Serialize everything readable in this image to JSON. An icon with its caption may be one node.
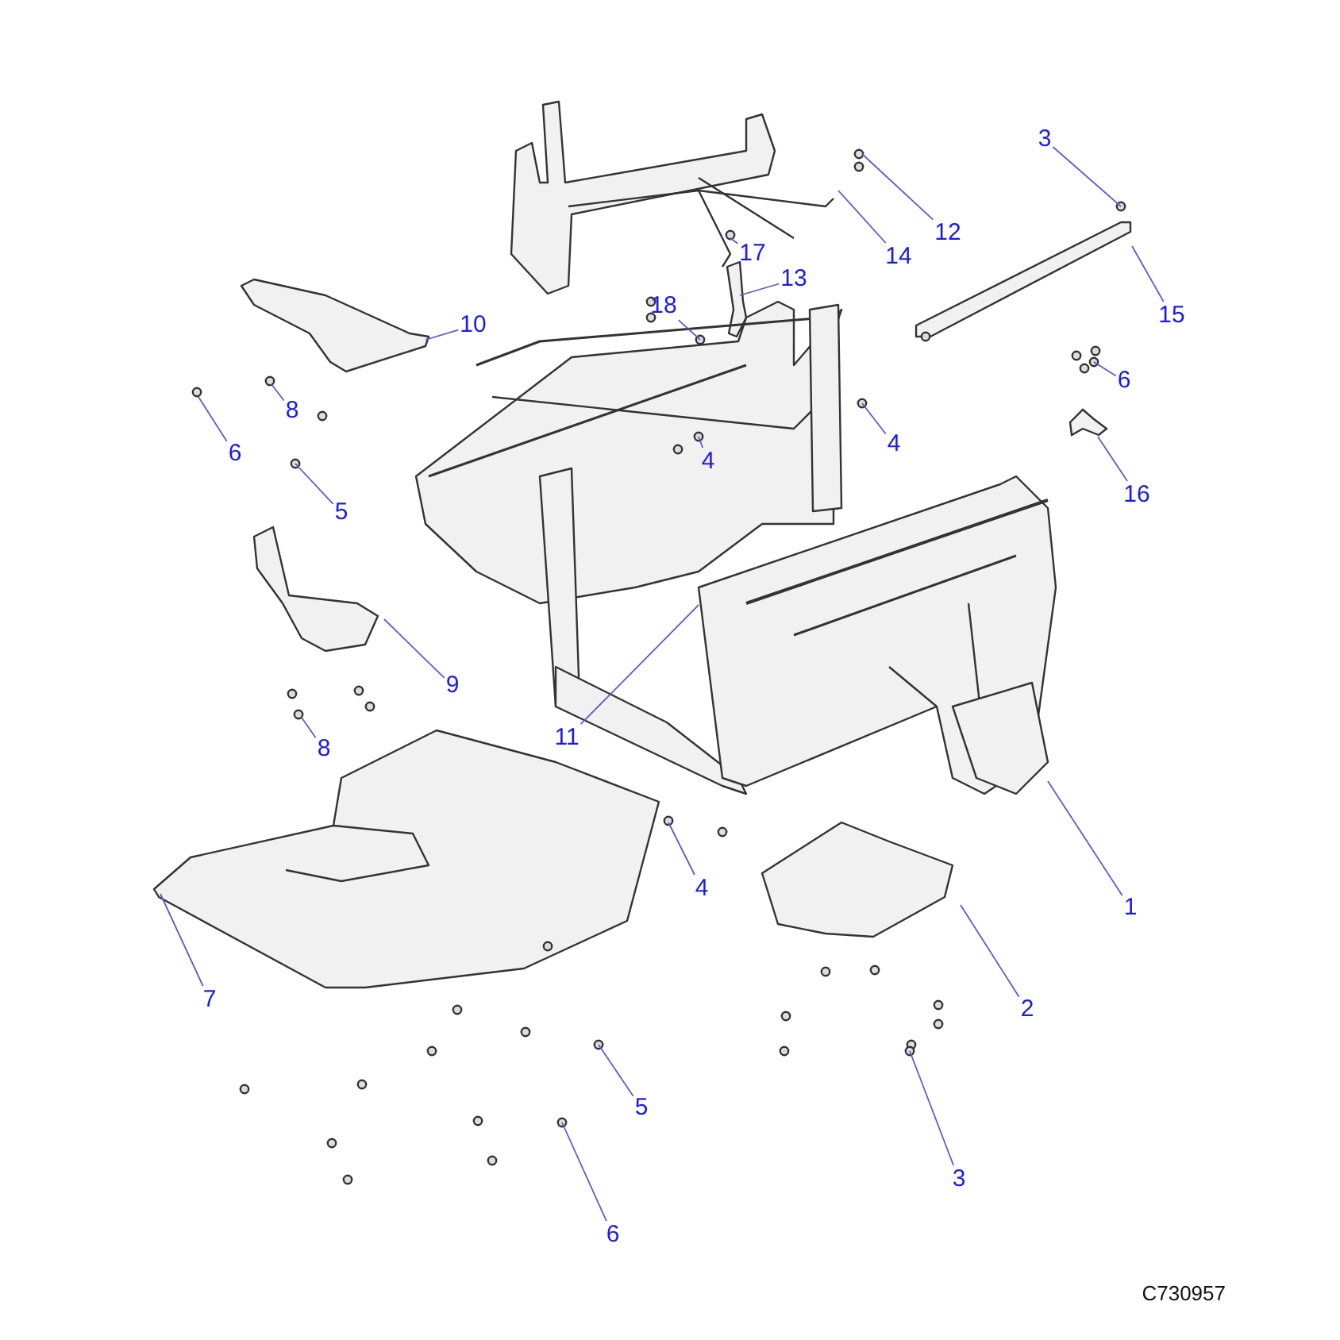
{
  "diagram": {
    "nodes": [
      {
        "text": [
          "3"
        ]
      },
      {
        "text": [
          "12"
        ]
      },
      {
        "text": [
          "14"
        ]
      },
      {
        "text": [
          "17"
        ]
      },
      {
        "text": [
          "13"
        ]
      },
      {
        "text": [
          "18"
        ]
      },
      {
        "text": [
          "15"
        ]
      },
      {
        "text": [
          "10"
        ]
      },
      {
        "text": [
          "6"
        ]
      },
      {
        "text": [
          "8"
        ]
      },
      {
        "text": [
          "6"
        ]
      },
      {
        "text": [
          "4"
        ]
      },
      {
        "text": [
          "4"
        ]
      },
      {
        "text": [
          "5"
        ]
      },
      {
        "text": [
          "16"
        ]
      },
      {
        "text": [
          "9"
        ]
      },
      {
        "text": [
          "8"
        ]
      },
      {
        "text": [
          "11"
        ]
      },
      {
        "text": [
          "1"
        ]
      },
      {
        "text": [
          "4"
        ]
      },
      {
        "text": [
          "2"
        ]
      },
      {
        "text": [
          "7"
        ]
      },
      {
        "text": [
          "5"
        ]
      },
      {
        "text": [
          "3"
        ]
      },
      {
        "text": [
          "6"
        ]
      },
      {
        "text": [],
        "shape": "picture"
      }
    ],
    "edges": [
      {
        "from": 0,
        "to": null,
        "arrow": "none"
      },
      {
        "from": 1,
        "to": null,
        "arrow": "none"
      },
      {
        "from": 2,
        "to": null,
        "arrow": "none"
      },
      {
        "from": 3,
        "to": null,
        "arrow": "none"
      },
      {
        "from": 4,
        "to": null,
        "arrow": "none"
      },
      {
        "from": 5,
        "to": null,
        "arrow": "none"
      },
      {
        "from": 6,
        "to": null,
        "arrow": "none"
      },
      {
        "from": 7,
        "to": null,
        "arrow": "none"
      },
      {
        "from": 8,
        "to": null,
        "arrow": "none"
      },
      {
        "from": 9,
        "to": null,
        "arrow": "none"
      },
      {
        "from": 10,
        "to": null,
        "arrow": "none"
      },
      {
        "from": 11,
        "to": null,
        "arrow": "none"
      },
      {
        "from": 12,
        "to": null,
        "arrow": "none"
      },
      {
        "from": 13,
        "to": null,
        "arrow": "none"
      },
      {
        "from": 14,
        "to": 25,
        "arrow": "none"
      },
      {
        "from": 15,
        "to": null,
        "arrow": "none"
      },
      {
        "from": 16,
        "to": null,
        "arrow": "none"
      },
      {
        "from": 17,
        "to": null,
        "arrow": "none"
      },
      {
        "from": 18,
        "to": null,
        "arrow": "none"
      },
      {
        "from": 19,
        "to": null,
        "arrow": "none"
      },
      {
        "from": 20,
        "to": null,
        "arrow": "none"
      },
      {
        "from": 21,
        "to": null,
        "arrow": "none"
      },
      {
        "from": 22,
        "to": null,
        "arrow": "none"
      },
      {
        "from": 23,
        "to": null,
        "arrow": "none"
      },
      {
        "from": 24,
        "to": null,
        "arrow": "none"
      }
    ],
    "labels": [
      "C730957"
    ]
  }
}
